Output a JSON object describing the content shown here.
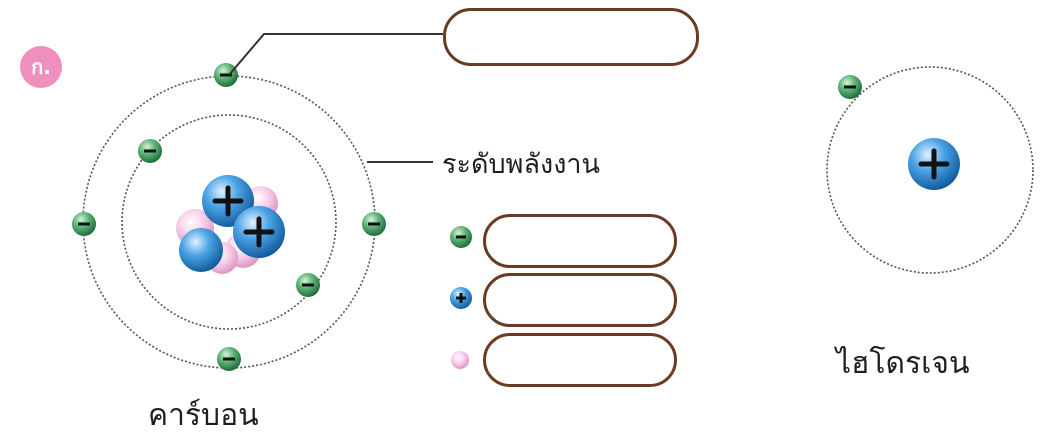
{
  "badge": {
    "label": "ก."
  },
  "labels": {
    "energy_level": "ระดับพลังงาน",
    "carbon": "คาร์บอน",
    "hydrogen": "ไฮโดรเจน"
  },
  "answer_boxes": [
    {
      "id": "electron-shell",
      "value": ""
    },
    {
      "id": "electron",
      "value": ""
    },
    {
      "id": "proton",
      "value": ""
    },
    {
      "id": "neutron",
      "value": ""
    }
  ],
  "symbols": {
    "electron": "−",
    "proton": "+"
  },
  "colors": {
    "electron": "#3f9a5c",
    "proton": "#2a88cf",
    "neutron": "#f2b6dd",
    "badge": "#ee8fbd",
    "box_border": "#6b3a24",
    "leader_line": "#333333"
  },
  "icons": [
    "electron-icon",
    "proton-icon",
    "neutron-icon"
  ]
}
